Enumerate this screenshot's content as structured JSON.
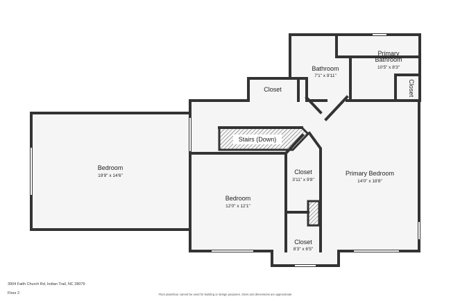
{
  "plan": {
    "wall_color": "#333333",
    "floor_color": "#f5f5f5",
    "rooms": [
      {
        "id": "bedroom-west",
        "name": "Bedroom",
        "dim": "19'9\" x 14'6\""
      },
      {
        "id": "bedroom-center",
        "name": "Bedroom",
        "dim": "12'0\" x 12'1\""
      },
      {
        "id": "closet-mid",
        "name": "Closet",
        "dim": "3'11\" x 9'8\""
      },
      {
        "id": "primary-bedroom",
        "name": "Primary Bedroom",
        "dim": "14'0\" x 18'8\""
      },
      {
        "id": "closet-bottom",
        "name": "Closet",
        "dim": "8'3\" x 6'5\""
      },
      {
        "id": "bathroom",
        "name": "Bathroom",
        "dim": "7'1\" x 9'11\""
      },
      {
        "id": "primary-bathroom",
        "name": "Primary Bathroom",
        "name_line1": "Primary",
        "name_line2": "Bathroom",
        "dim": "10'5\" x 8'3\""
      },
      {
        "id": "closet-top",
        "name": "Closet",
        "dim": ""
      },
      {
        "id": "closet-right",
        "name": "Closet",
        "dim": ""
      },
      {
        "id": "stairs",
        "name": "Stairs (Down)",
        "dim": ""
      }
    ]
  },
  "footer": {
    "address": "3904 Faith Church Rd, Indian Trail, NC 28079",
    "floor": "Floor 2",
    "disclaimer": "Floor plans/tour cannot be used for building or design purposes. Sizes and dimensions are approximate."
  }
}
